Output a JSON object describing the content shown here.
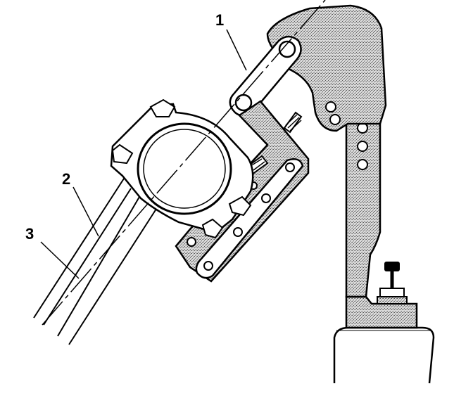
{
  "callouts": [
    {
      "id": "1",
      "label": "1"
    },
    {
      "id": "2",
      "label": "2"
    },
    {
      "id": "3",
      "label": "3"
    }
  ],
  "colors": {
    "ink": "#000000",
    "paper": "#ffffff",
    "stipple": "#9a9a9a"
  },
  "icons": [
    "connecting-rod",
    "rod-alignment-fixture",
    "bench-vise"
  ]
}
